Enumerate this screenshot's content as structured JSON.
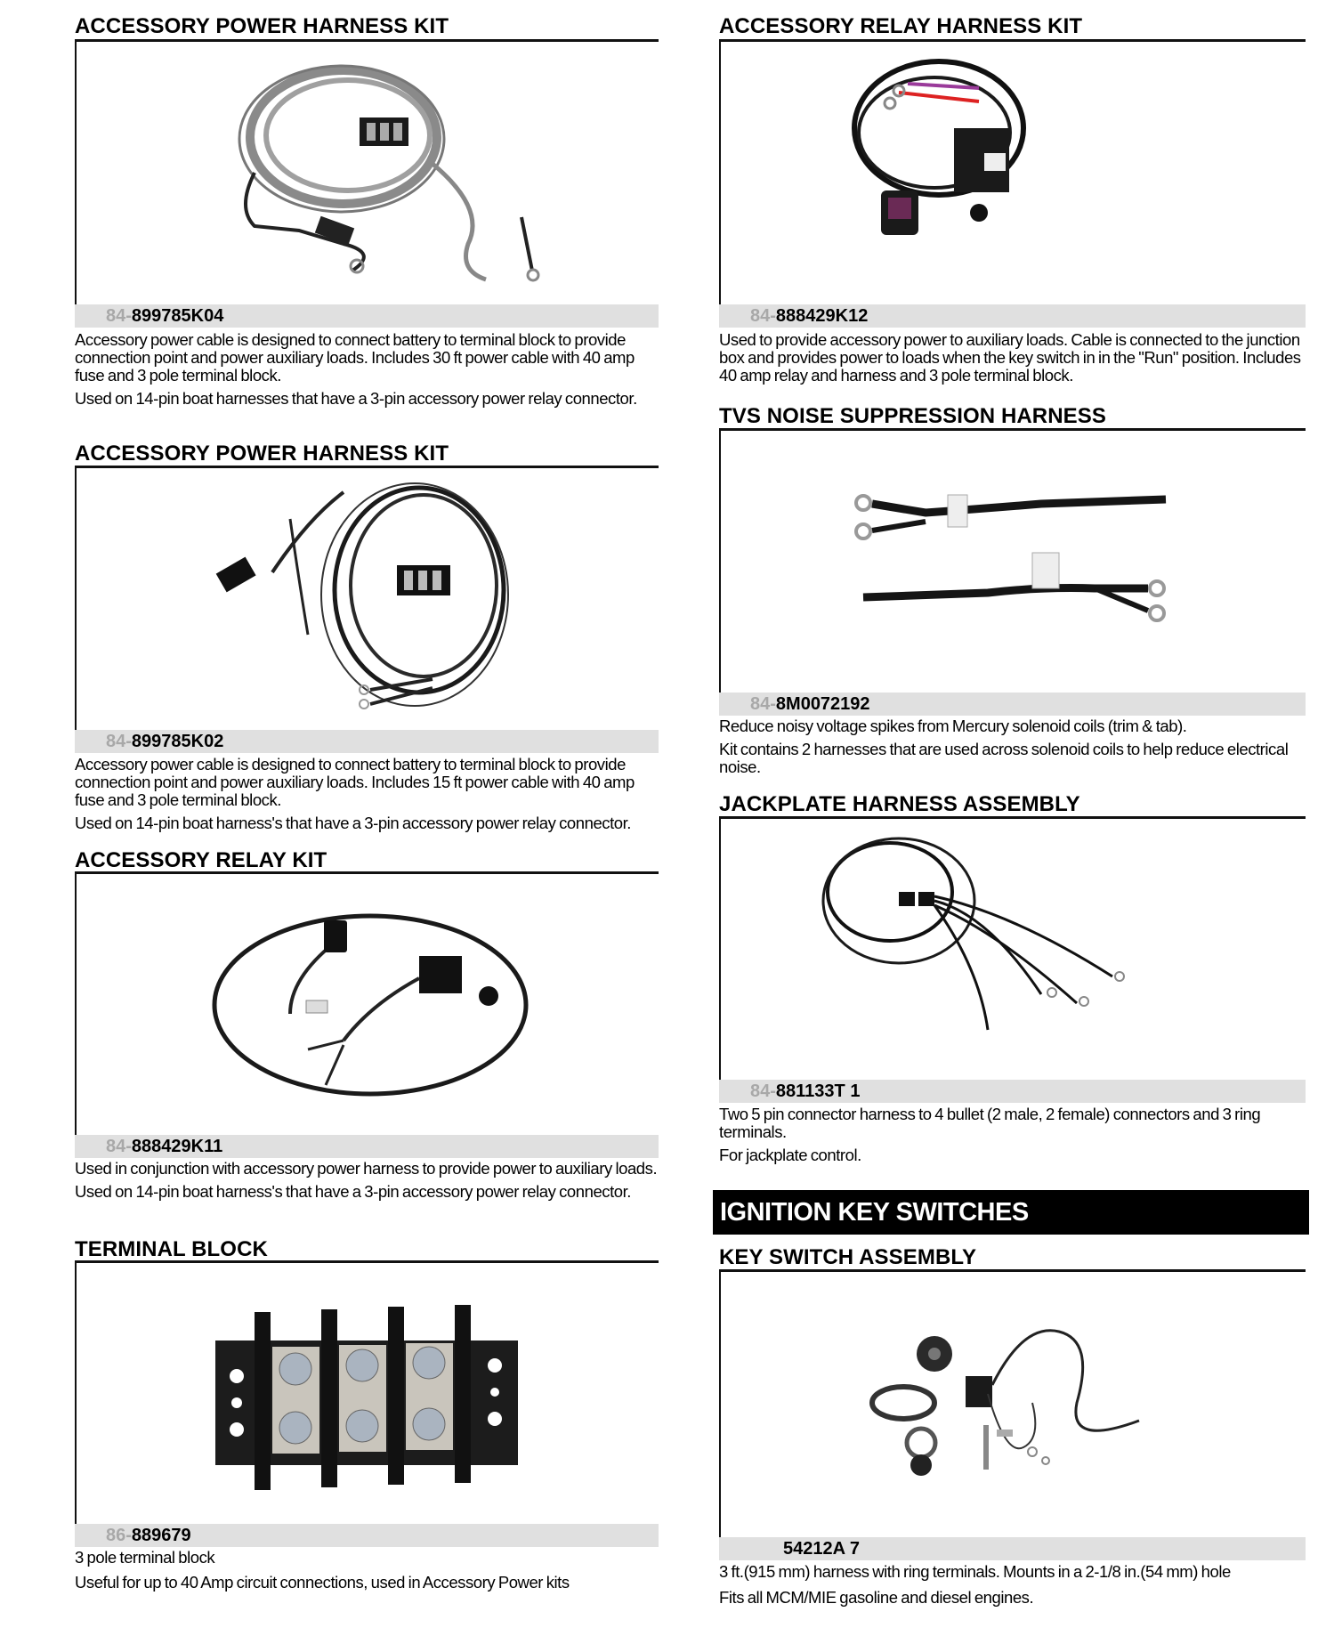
{
  "left_column": [
    {
      "title": "ACCESSORY POWER HARNESS KIT",
      "image_alt": "power-cable-coil-with-terminal-block",
      "part_prefix": "84-",
      "part_number": "899785K04",
      "description": [
        "Accessory power cable is designed to connect battery to terminal block to provide connection point and power auxiliary loads.  Includes 30 ft power cable with 40 amp fuse and 3 pole terminal block.",
        "Used on 14-pin boat harnesses that have a 3-pin accessory power relay connector."
      ]
    },
    {
      "title": "ACCESSORY POWER HARNESS KIT",
      "image_alt": "black-power-cable-coil-with-terminal-block",
      "part_prefix": "84-",
      "part_number": "899785K02",
      "description": [
        "Accessory power cable is designed to connect battery to terminal block to provide connection point and power auxiliary loads.  Includes 15 ft power cable with 40 amp fuse and 3 pole terminal block.",
        "Used on 14-pin boat harness's that have a 3-pin accessory power relay connector."
      ]
    },
    {
      "title": "ACCESSORY RELAY KIT",
      "image_alt": "relay-kit-harness",
      "part_prefix": "84-",
      "part_number": "888429K11",
      "description": [
        "Used in conjunction with accessory power harness to provide power to auxiliary loads.",
        "Used on 14-pin boat harness's that have a 3-pin accessory power relay connector."
      ]
    },
    {
      "title": "TERMINAL BLOCK",
      "image_alt": "3-pole-terminal-block",
      "part_prefix": "86-",
      "part_number": "889679",
      "description": [
        "3 pole terminal block",
        "Useful for up to 40 Amp circuit connections, used in Accessory Power kits"
      ]
    }
  ],
  "right_column": [
    {
      "title": "ACCESSORY RELAY HARNESS KIT",
      "image_alt": "relay-harness-with-connector",
      "part_prefix": "84-",
      "part_number": "888429K12",
      "description": [
        "Used to provide accessory power to auxiliary loads.  Cable is connected to the junction box and provides power to loads when the key switch in in the \"Run\" position.  Includes 40 amp relay and harness and 3 pole terminal block."
      ]
    },
    {
      "title": "TVS NOISE SUPPRESSION HARNESS",
      "image_alt": "two-noise-suppression-harnesses",
      "part_prefix": "84-",
      "part_number": "8M0072192",
      "description": [
        "Reduce noisy voltage spikes from Mercury solenoid coils (trim & tab).",
        "Kit contains 2 harnesses that are used across solenoid coils to help reduce electrical noise."
      ]
    },
    {
      "title": "JACKPLATE HARNESS ASSEMBLY",
      "image_alt": "jackplate-harness",
      "part_prefix": "84-",
      "part_number": "881133T 1",
      "description": [
        "Two 5 pin connector harness to 4 bullet (2 male, 2 female) connectors and 3 ring terminals.",
        "For jackplate control."
      ]
    },
    {
      "category": "IGNITION KEY SWITCHES"
    },
    {
      "title": "KEY SWITCH ASSEMBLY",
      "image_alt": "key-switch-assembly-parts",
      "part_prefix": "",
      "part_number": "54212A 7",
      "description": [
        "3 ft.(915 mm) harness with ring terminals. Mounts in a 2-1/8 in.(54 mm) hole",
        "Fits all MCM/MIE gasoline and diesel  engines."
      ]
    }
  ],
  "colors": {
    "part_bar_bg": "#e0e0e0",
    "part_prefix": "#a8a8a8",
    "category_bar_bg": "#000000",
    "category_bar_text": "#ffffff"
  }
}
